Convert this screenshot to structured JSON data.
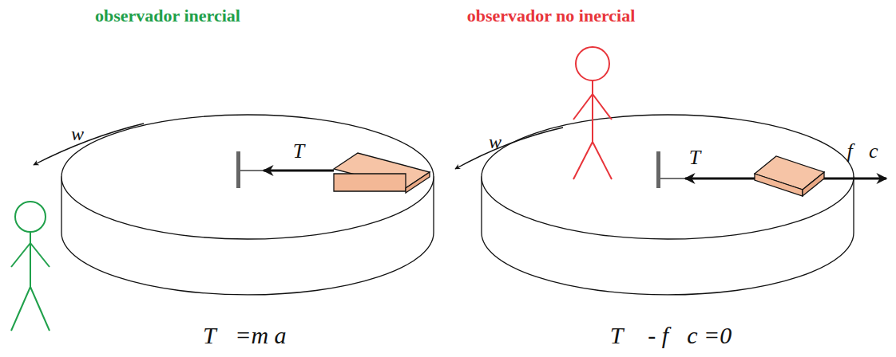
{
  "diagram": {
    "labels": [
      "observador inercial",
      "observador no inercial",
      "w",
      "T⃗",
      "w",
      "T⃗",
      "f⃗c",
      "T⃗=m a⃗",
      "T⃗ - f⃗c =0"
    ]
  }
}
